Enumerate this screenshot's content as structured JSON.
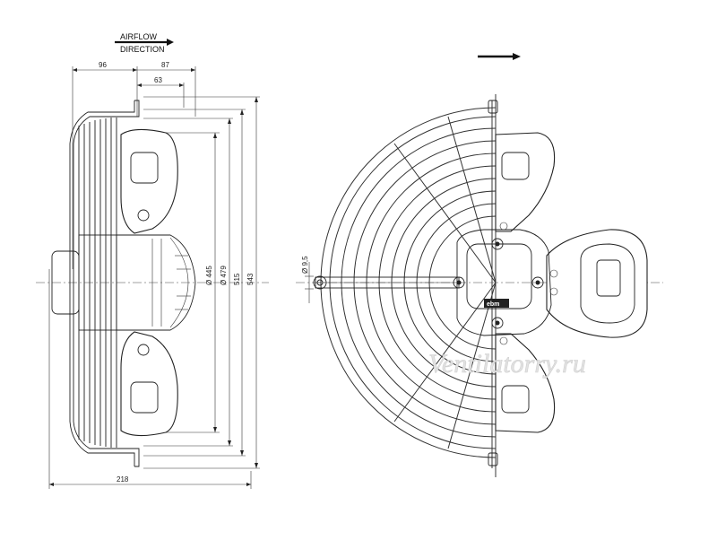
{
  "airflow": {
    "line1": "AIRFLOW",
    "line2": "DIRECTION"
  },
  "dimensions": {
    "d96": "96",
    "d87": "87",
    "d63": "63",
    "d218": "218",
    "d445": "Ø 445",
    "d479": "Ø 479",
    "d515": "515",
    "d543": "543",
    "d95": "Ø 9,5"
  },
  "label_plate": "ebm",
  "watermark": "Ventilatorry.ru"
}
